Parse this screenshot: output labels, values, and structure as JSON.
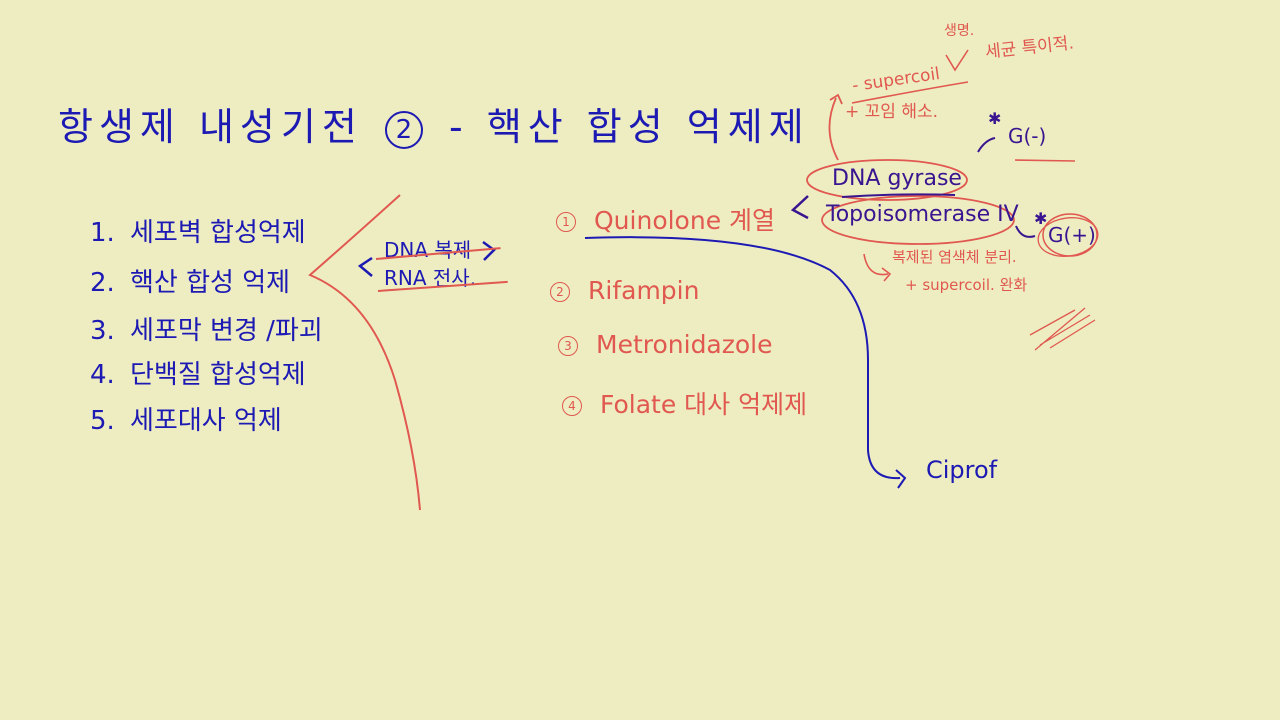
{
  "title": {
    "prefix": "항생제 내성기전",
    "number": "2",
    "separator": "-",
    "suffix": "핵산 합성 억제제"
  },
  "mechanisms": [
    {
      "num": "1.",
      "label": "세포벽 합성억제"
    },
    {
      "num": "2.",
      "label": "핵산 합성 억제"
    },
    {
      "num": "3.",
      "label": "세포막 변경 /파괴"
    },
    {
      "num": "4.",
      "label": "단백질 합성억제"
    },
    {
      "num": "5.",
      "label": "세포대사 억제"
    }
  ],
  "nucleic_acid_note": {
    "line1": "DNA 복제",
    "line2": "RNA 전사."
  },
  "drug_classes": [
    {
      "num": "1",
      "label": "Quinolone 계열"
    },
    {
      "num": "2",
      "label": "Rifampin"
    },
    {
      "num": "3",
      "label": "Metronidazole"
    },
    {
      "num": "4",
      "label": "Folate 대사 억제제"
    }
  ],
  "targets": {
    "gyrase": "DNA gyrase",
    "topo": "Topoisomerase IV"
  },
  "annotations": {
    "neg_supercoil": "- supercoil",
    "plus_coil": "+ 꼬임 해소.",
    "unique_top": "생명.",
    "bacteria_specific": "세균 특이적.",
    "gram_neg": "G(-)",
    "gram_pos": "G(+)",
    "topo_note1": "복제된 염색체 분리.",
    "topo_note2": "+ supercoil. 완화",
    "example_drug": "Ciprof"
  },
  "colors": {
    "background": "#eeedc2",
    "blue_ink": "#1d1ab4",
    "red_ink": "#e0584f",
    "purple_ink": "#3a1590"
  }
}
